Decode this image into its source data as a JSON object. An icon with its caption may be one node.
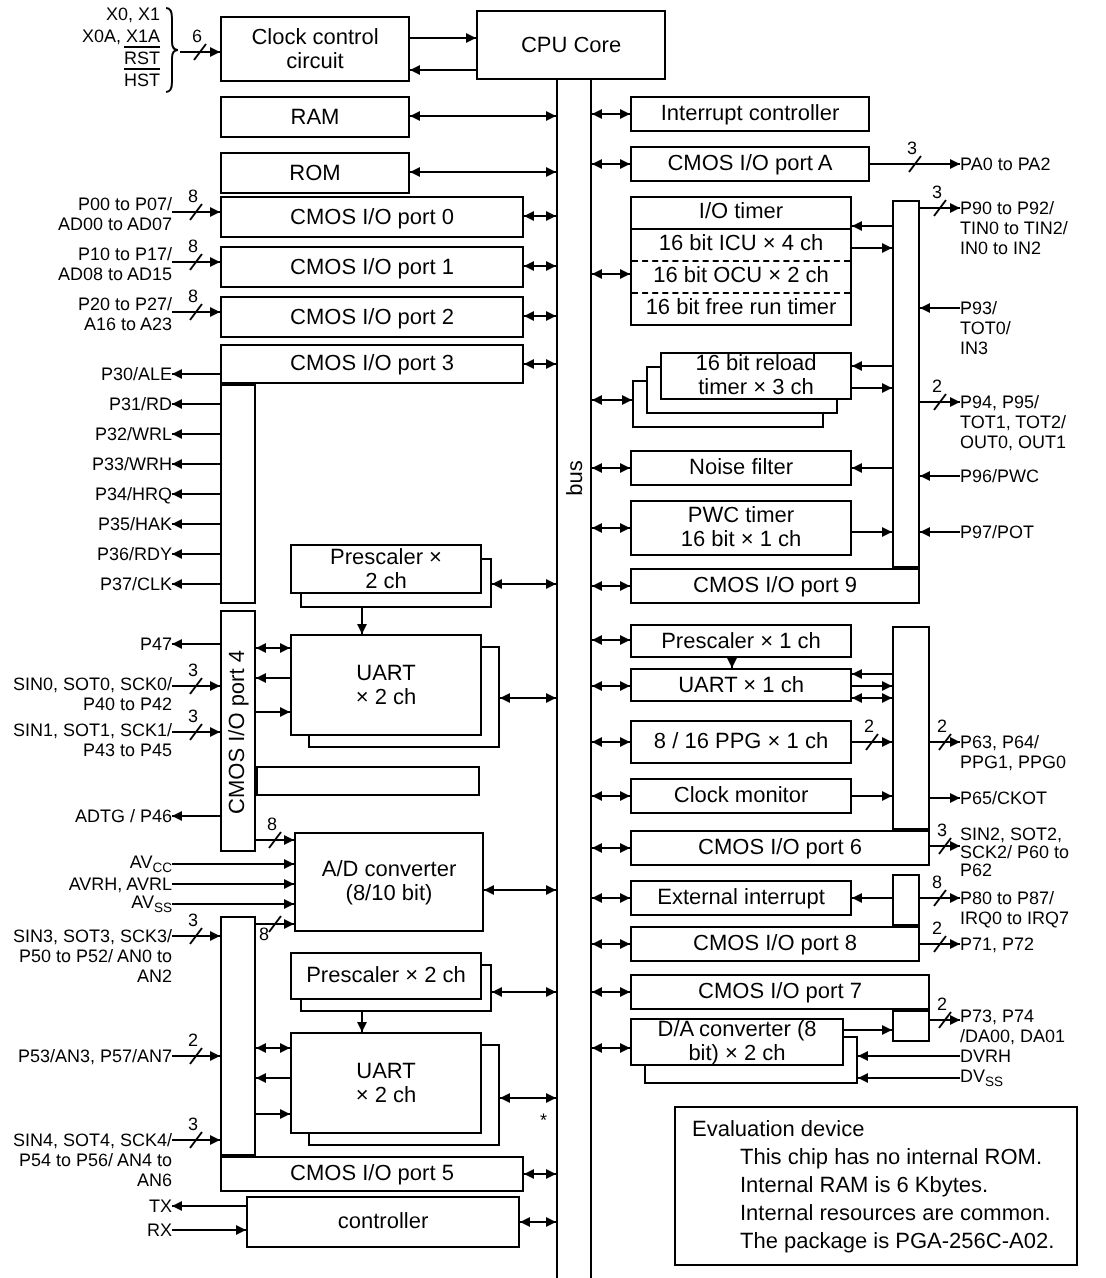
{
  "diagram": {
    "nodes": [
      {
        "text": [
          "CPU Core"
        ]
      },
      {
        "text": [
          "bus"
        ]
      },
      {
        "text": [
          "Clock control circuit"
        ]
      },
      {
        "text": [
          "RAM"
        ]
      },
      {
        "text": [
          "ROM"
        ]
      },
      {
        "text": [
          "CMOS I/O port 0"
        ]
      },
      {
        "text": [
          "CMOS I/O port 1"
        ]
      },
      {
        "text": [
          "CMOS I/O port 2"
        ]
      },
      {
        "text": [
          "CMOS I/O port 3"
        ]
      },
      {
        "text": [
          "Prescaler × 2 ch"
        ]
      },
      {
        "text": [
          "CMOS I/O port 4"
        ]
      },
      {
        "text": [
          "UART × 2 ch"
        ]
      },
      {
        "text": [
          "A/D converter (8/10 bit)"
        ]
      },
      {
        "text": [
          "CMOS I/O port 5"
        ]
      },
      {
        "text": [
          "Prescaler × 2 ch"
        ]
      },
      {
        "text": [
          "UART × 2 ch"
        ]
      },
      {
        "text": [
          "controller"
        ]
      },
      {
        "text": [
          "Interrupt controller"
        ]
      },
      {
        "text": [
          "CMOS I/O port A"
        ]
      },
      {
        "text": [
          "I/O timer",
          "16 bit ICU × 4 ch",
          "16 bit OCU × 2 ch",
          "16 bit free run timer"
        ]
      },
      {
        "text": [
          "16 bit reload timer × 3 ch"
        ]
      },
      {
        "text": [
          "Noise filter"
        ]
      },
      {
        "text": [
          "PWC timer 16 bit × 1 ch"
        ]
      },
      {
        "text": [
          "CMOS I/O port 9"
        ]
      },
      {
        "text": [
          "Prescaler × 1 ch"
        ]
      },
      {
        "text": [
          "UART × 1 ch"
        ]
      },
      {
        "text": [
          "8 / 16 PPG × 1 ch"
        ]
      },
      {
        "text": [
          "Clock monitor"
        ]
      },
      {
        "text": [
          "CMOS I/O port 6"
        ]
      },
      {
        "text": [
          "External interrupt"
        ]
      },
      {
        "text": [
          "CMOS I/O port 8"
        ]
      },
      {
        "text": [
          "CMOS I/O port 7"
        ]
      },
      {
        "text": [
          "D/A converter (8 bit) × 2 ch"
        ]
      },
      {
        "text": [
          "Evaluation device",
          "This chip has no internal ROM.",
          "Internal RAM is 6 Kbytes.",
          "Internal resources are common.",
          "The package is PGA-256C-A02."
        ]
      },
      {
        "text": [
          "X0, X1",
          "X0A, X1A",
          "RST",
          "HST"
        ]
      },
      {
        "text": [
          "P00 to P07/ AD00 to AD07"
        ]
      },
      {
        "text": [
          "P10 to P17/ AD08 to AD15"
        ]
      },
      {
        "text": [
          "P20 to P27/ A16 to A23"
        ]
      },
      {
        "text": [
          "P30/ALE"
        ]
      },
      {
        "text": [
          "P31/RD"
        ]
      },
      {
        "text": [
          "P32/WRL"
        ]
      },
      {
        "text": [
          "P33/WRH"
        ]
      },
      {
        "text": [
          "P34/HRQ"
        ]
      },
      {
        "text": [
          "P35/HAK"
        ]
      },
      {
        "text": [
          "P36/RDY"
        ]
      },
      {
        "text": [
          "P37/CLK"
        ]
      },
      {
        "text": [
          "P47"
        ]
      },
      {
        "text": [
          "SIN0, SOT0, SCK0/ P40 to P42"
        ]
      },
      {
        "text": [
          "SIN1, SOT1, SCK1/ P43 to P45"
        ]
      },
      {
        "text": [
          "ADTG / P46"
        ]
      },
      {
        "text": [
          "AV$_{CC}$"
        ]
      },
      {
        "text": [
          "AVRH, AVRL"
        ]
      },
      {
        "text": [
          "AV$_{SS}$"
        ]
      },
      {
        "text": [
          "SIN3, SOT3, SCK3/ P50 to P52/ AN0 to AN2"
        ]
      },
      {
        "text": [
          "P53/AN3, P57/AN7"
        ]
      },
      {
        "text": [
          "SIN4, SOT4, SCK4/ P54 to P56/ AN4 to AN6"
        ]
      },
      {
        "text": [
          "TX"
        ]
      },
      {
        "text": [
          "RX"
        ]
      },
      {
        "text": [
          "PA0 to PA2"
        ]
      },
      {
        "text": [
          "P90 to P92/ TIN0 to TIN2/ IN0 to IN2"
        ]
      },
      {
        "text": [
          "P93/ TOT0/ IN3"
        ]
      },
      {
        "text": [
          "P94, P95/ TOT1, TOT2/ OUT0, OUT1"
        ]
      },
      {
        "text": [
          "P96/PWC"
        ]
      },
      {
        "text": [
          "P97/POT"
        ]
      },
      {
        "text": [
          "P63, P64/ PPG1, PPG0"
        ]
      },
      {
        "text": [
          "P65/CKOT"
        ]
      },
      {
        "text": [
          "SIN2, SOT2, SCK2/ P60 to P62"
        ]
      },
      {
        "text": [
          "P80 to P87/ IRQ0 to IRQ7"
        ]
      },
      {
        "text": [
          "P71, P72"
        ]
      },
      {
        "text": [
          "P73, P74 /DA00, DA01"
        ]
      },
      {
        "text": [
          "DVRH"
        ]
      },
      {
        "text": [
          "DV$_{SS}$"
        ]
      },
      {
        "text": [],
        "shape": "bar"
      },
      {
        "text": [],
        "shape": "bar"
      },
      {
        "text": [],
        "shape": "bar"
      },
      {
        "text": [],
        "shape": "bar"
      },
      {
        "text": [],
        "shape": "bar"
      },
      {
        "text": [],
        "shape": "bar"
      },
      {
        "text": [],
        "shape": "bar"
      }
    ],
    "edges": [
      {
        "from": 2,
        "to": 0,
        "arrow": "to"
      },
      {
        "from": 0,
        "to": 2,
        "arrow": "to"
      },
      {
        "from": 34,
        "to": 2,
        "arrow": "to",
        "label": "6"
      },
      {
        "from": 3,
        "to": 1,
        "arrow": "both"
      },
      {
        "from": 4,
        "to": 1,
        "arrow": "both"
      },
      {
        "from": 5,
        "to": 1,
        "arrow": "both"
      },
      {
        "from": 6,
        "to": 1,
        "arrow": "both"
      },
      {
        "from": 7,
        "to": 1,
        "arrow": "both"
      },
      {
        "from": 8,
        "to": 1,
        "arrow": "both"
      },
      {
        "from": 9,
        "to": 1,
        "arrow": "both"
      },
      {
        "from": 11,
        "to": 1,
        "arrow": "both"
      },
      {
        "from": 12,
        "to": 1,
        "arrow": "both"
      },
      {
        "from": 14,
        "to": 1,
        "arrow": "both"
      },
      {
        "from": 15,
        "to": 1,
        "arrow": "both"
      },
      {
        "from": 13,
        "to": 1,
        "arrow": "both"
      },
      {
        "from": 16,
        "to": 1,
        "arrow": "both"
      },
      {
        "from": 35,
        "to": 5,
        "arrow": "to",
        "label": "8"
      },
      {
        "from": 36,
        "to": 6,
        "arrow": "to",
        "label": "8"
      },
      {
        "from": 37,
        "to": 7,
        "arrow": "to",
        "label": "8"
      },
      {
        "from": 72,
        "to": 38,
        "arrow": "to"
      },
      {
        "from": 72,
        "to": 39,
        "arrow": "to"
      },
      {
        "from": 72,
        "to": 40,
        "arrow": "to"
      },
      {
        "from": 72,
        "to": 41,
        "arrow": "to"
      },
      {
        "from": 72,
        "to": 42,
        "arrow": "to"
      },
      {
        "from": 72,
        "to": 43,
        "arrow": "to"
      },
      {
        "from": 72,
        "to": 44,
        "arrow": "to"
      },
      {
        "from": 72,
        "to": 45,
        "arrow": "to"
      },
      {
        "from": 9,
        "to": 11,
        "arrow": "to"
      },
      {
        "from": 10,
        "to": 46,
        "arrow": "to"
      },
      {
        "from": 47,
        "to": 10,
        "arrow": "to",
        "label": "3"
      },
      {
        "from": 48,
        "to": 10,
        "arrow": "to",
        "label": "3"
      },
      {
        "from": 10,
        "to": 49,
        "arrow": "to"
      },
      {
        "from": 10,
        "to": 11,
        "arrow": "both"
      },
      {
        "from": 11,
        "to": 10,
        "arrow": "to"
      },
      {
        "from": 10,
        "to": 11,
        "arrow": "to"
      },
      {
        "from": 10,
        "to": 12,
        "arrow": "to",
        "label": "8"
      },
      {
        "from": 50,
        "to": 12,
        "arrow": "to"
      },
      {
        "from": 51,
        "to": 12,
        "arrow": "to"
      },
      {
        "from": 52,
        "to": 12,
        "arrow": "to"
      },
      {
        "from": 74,
        "to": 12,
        "arrow": "to",
        "label": "8"
      },
      {
        "from": 53,
        "to": 74,
        "arrow": "to",
        "label": "3"
      },
      {
        "from": 14,
        "to": 15,
        "arrow": "to"
      },
      {
        "from": 74,
        "to": 15,
        "arrow": "both"
      },
      {
        "from": 15,
        "to": 74,
        "arrow": "to"
      },
      {
        "from": 74,
        "to": 15,
        "arrow": "to"
      },
      {
        "from": 54,
        "to": 74,
        "arrow": "to",
        "label": "2"
      },
      {
        "from": 55,
        "to": 74,
        "arrow": "to",
        "label": "3"
      },
      {
        "from": 16,
        "to": 56,
        "arrow": "to"
      },
      {
        "from": 57,
        "to": 16,
        "arrow": "to"
      },
      {
        "from": 1,
        "to": 17,
        "arrow": "both"
      },
      {
        "from": 1,
        "to": 18,
        "arrow": "both"
      },
      {
        "from": 1,
        "to": 19,
        "arrow": "both"
      },
      {
        "from": 1,
        "to": 20,
        "arrow": "both"
      },
      {
        "from": 1,
        "to": 21,
        "arrow": "both"
      },
      {
        "from": 1,
        "to": 22,
        "arrow": "both"
      },
      {
        "from": 1,
        "to": 23,
        "arrow": "both"
      },
      {
        "from": 18,
        "to": 58,
        "arrow": "to",
        "label": "3"
      },
      {
        "from": 75,
        "to": 19,
        "arrow": "to"
      },
      {
        "from": 19,
        "to": 75,
        "arrow": "to"
      },
      {
        "from": 75,
        "to": 20,
        "arrow": "to"
      },
      {
        "from": 20,
        "to": 75,
        "arrow": "to"
      },
      {
        "from": 75,
        "to": 21,
        "arrow": "to"
      },
      {
        "from": 22,
        "to": 75,
        "arrow": "to"
      },
      {
        "from": 75,
        "to": 59,
        "arrow": "to",
        "label": "3"
      },
      {
        "from": 60,
        "to": 75,
        "arrow": "to"
      },
      {
        "from": 75,
        "to": 61,
        "arrow": "to",
        "label": "2"
      },
      {
        "from": 62,
        "to": 75,
        "arrow": "to"
      },
      {
        "from": 63,
        "to": 75,
        "arrow": "to"
      },
      {
        "from": 1,
        "to": 24,
        "arrow": "both"
      },
      {
        "from": 1,
        "to": 25,
        "arrow": "both"
      },
      {
        "from": 1,
        "to": 26,
        "arrow": "both"
      },
      {
        "from": 1,
        "to": 27,
        "arrow": "both"
      },
      {
        "from": 1,
        "to": 28,
        "arrow": "both"
      },
      {
        "from": 1,
        "to": 29,
        "arrow": "both"
      },
      {
        "from": 1,
        "to": 30,
        "arrow": "both"
      },
      {
        "from": 1,
        "to": 31,
        "arrow": "both"
      },
      {
        "from": 1,
        "to": 32,
        "arrow": "both"
      },
      {
        "from": 24,
        "to": 25,
        "arrow": "to"
      },
      {
        "from": 76,
        "to": 25,
        "arrow": "to"
      },
      {
        "from": 25,
        "to": 76,
        "arrow": "to"
      },
      {
        "from": 76,
        "to": 25,
        "arrow": "both"
      },
      {
        "from": 26,
        "to": 76,
        "arrow": "to",
        "label": "2"
      },
      {
        "from": 27,
        "to": 76,
        "arrow": "to"
      },
      {
        "from": 76,
        "to": 64,
        "arrow": "to",
        "label": "2"
      },
      {
        "from": 76,
        "to": 65,
        "arrow": "to"
      },
      {
        "from": 28,
        "to": 66,
        "arrow": "to",
        "label": "3"
      },
      {
        "from": 77,
        "to": 29,
        "arrow": "to"
      },
      {
        "from": 77,
        "to": 67,
        "arrow": "to",
        "label": "8"
      },
      {
        "from": 30,
        "to": 68,
        "arrow": "to",
        "label": "2"
      },
      {
        "from": 32,
        "to": 78,
        "arrow": "to"
      },
      {
        "from": 78,
        "to": 69,
        "arrow": "to",
        "label": "2"
      },
      {
        "from": 70,
        "to": 32,
        "arrow": "to"
      },
      {
        "from": 71,
        "to": 32,
        "arrow": "to"
      }
    ],
    "labels": [
      "*"
    ]
  }
}
